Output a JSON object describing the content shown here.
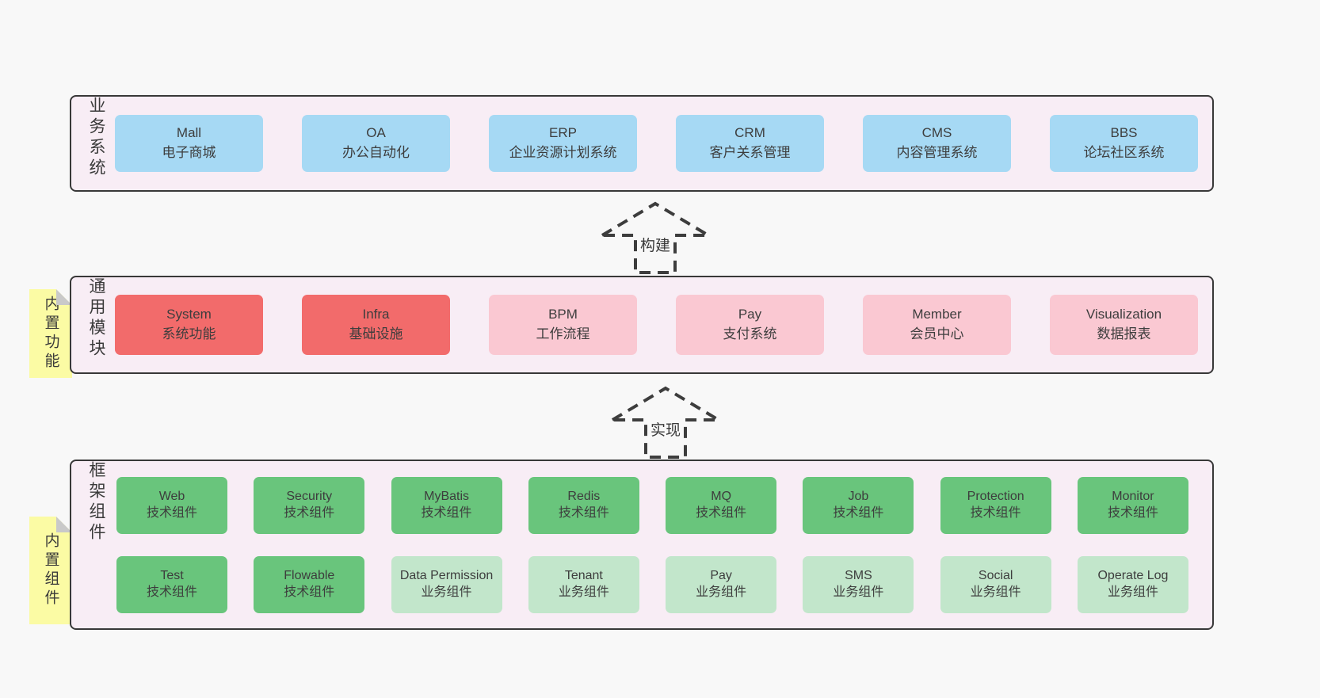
{
  "colors": {
    "page_bg": "#f8f8f8",
    "band_bg": "#f8edf5",
    "band_border": "#383838",
    "blue": "#a6d9f4",
    "red": "#f26b6b",
    "pink": "#fac8d2",
    "green": "#69c57c",
    "light_green": "#c2e6cb",
    "sticky_yellow": "#fbfba4",
    "fold_gray": "#c9c9c9",
    "text": "#3d3d3d"
  },
  "bands": [
    {
      "label": "业务系统",
      "boxes": [
        {
          "name": "Mall",
          "desc": "电子商城",
          "variant": "blue"
        },
        {
          "name": "OA",
          "desc": "办公自动化",
          "variant": "blue"
        },
        {
          "name": "ERP",
          "desc": "企业资源计划系统",
          "variant": "blue"
        },
        {
          "name": "CRM",
          "desc": "客户关系管理",
          "variant": "blue"
        },
        {
          "name": "CMS",
          "desc": "内容管理系统",
          "variant": "blue"
        },
        {
          "name": "BBS",
          "desc": "论坛社区系统",
          "variant": "blue"
        }
      ]
    },
    {
      "label": "通用模块",
      "sticky": "内置功能",
      "boxes": [
        {
          "name": "System",
          "desc": "系统功能",
          "variant": "red"
        },
        {
          "name": "Infra",
          "desc": "基础设施",
          "variant": "red"
        },
        {
          "name": "BPM",
          "desc": "工作流程",
          "variant": "pink"
        },
        {
          "name": "Pay",
          "desc": "支付系统",
          "variant": "pink"
        },
        {
          "name": "Member",
          "desc": "会员中心",
          "variant": "pink"
        },
        {
          "name": "Visualization",
          "desc": "数据报表",
          "variant": "pink"
        }
      ]
    },
    {
      "label": "框架组件",
      "sticky": "内置组件",
      "rows": [
        [
          {
            "name": "Web",
            "desc": "技术组件",
            "variant": "green"
          },
          {
            "name": "Security",
            "desc": "技术组件",
            "variant": "green"
          },
          {
            "name": "MyBatis",
            "desc": "技术组件",
            "variant": "green"
          },
          {
            "name": "Redis",
            "desc": "技术组件",
            "variant": "green"
          },
          {
            "name": "MQ",
            "desc": "技术组件",
            "variant": "green"
          },
          {
            "name": "Job",
            "desc": "技术组件",
            "variant": "green"
          },
          {
            "name": "Protection",
            "desc": "技术组件",
            "variant": "green"
          },
          {
            "name": "Monitor",
            "desc": "技术组件",
            "variant": "green"
          }
        ],
        [
          {
            "name": "Test",
            "desc": "技术组件",
            "variant": "green"
          },
          {
            "name": "Flowable",
            "desc": "技术组件",
            "variant": "green"
          },
          {
            "name": "Data Permission",
            "desc": "业务组件",
            "variant": "lightgreen"
          },
          {
            "name": "Tenant",
            "desc": "业务组件",
            "variant": "lightgreen"
          },
          {
            "name": "Pay",
            "desc": "业务组件",
            "variant": "lightgreen"
          },
          {
            "name": "SMS",
            "desc": "业务组件",
            "variant": "lightgreen"
          },
          {
            "name": "Social",
            "desc": "业务组件",
            "variant": "lightgreen"
          },
          {
            "name": "Operate Log",
            "desc": "业务组件",
            "variant": "lightgreen"
          }
        ]
      ]
    }
  ],
  "arrows": [
    {
      "label": "构建"
    },
    {
      "label": "实现"
    }
  ]
}
